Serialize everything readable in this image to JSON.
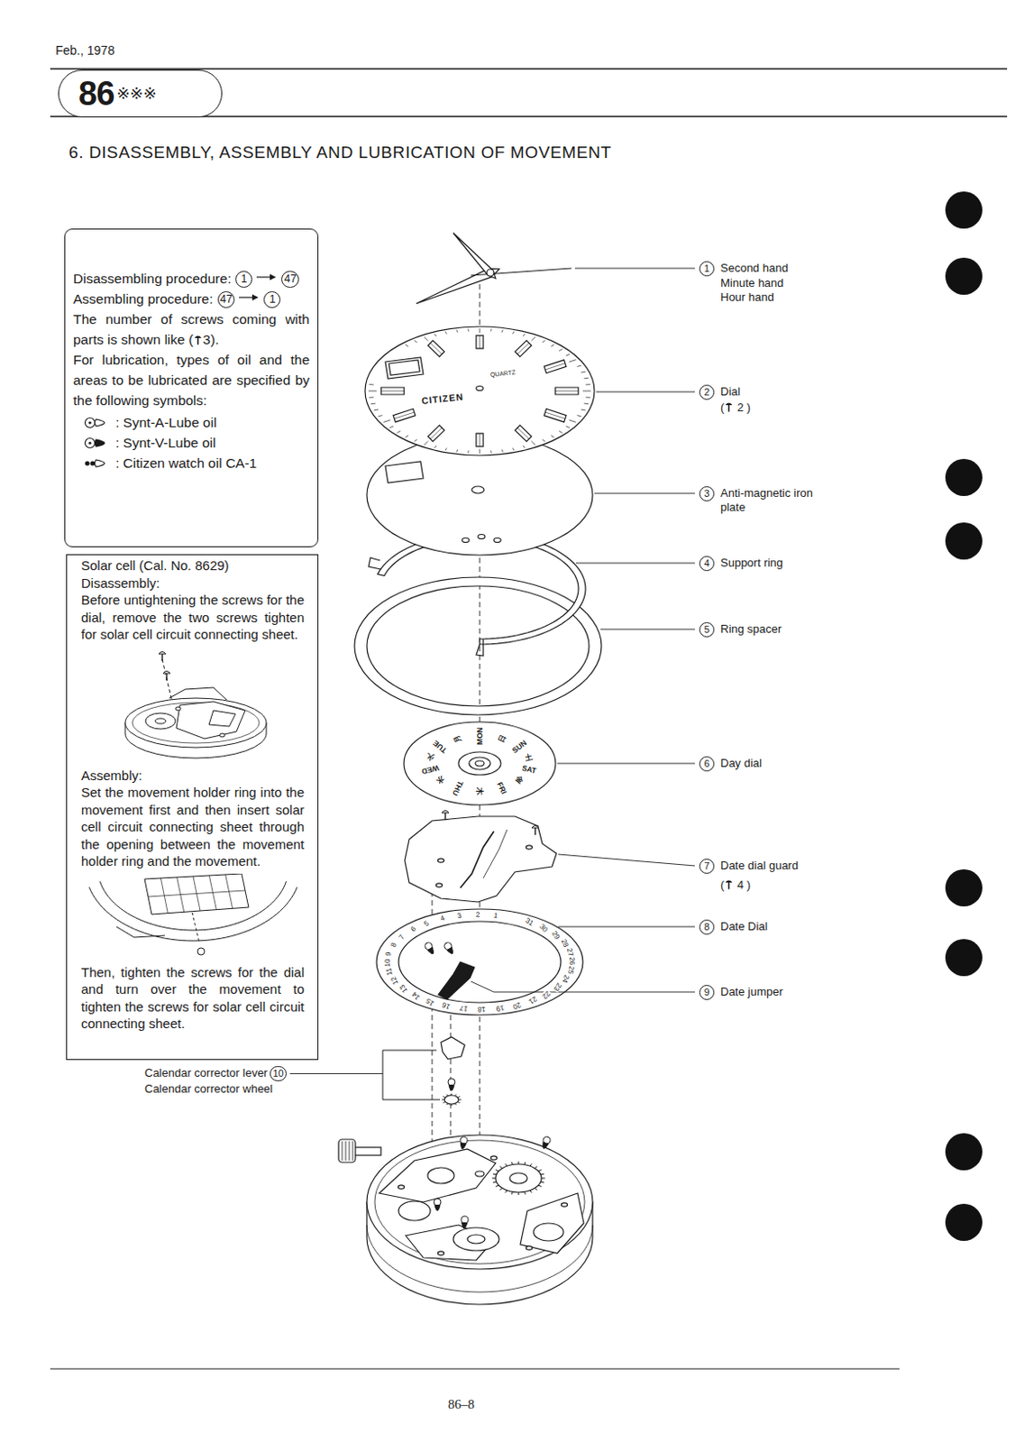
{
  "diagram": {
    "title": "6. DISASSEMBLY, ASSEMBLY AND LUBRICATION OF MOVEMENT",
    "nodes": [
      {
        "text": [
          "86",
          "※※※"
        ]
      },
      {
        "text": [
          "Disassembling procedure:",
          "1",
          "47",
          "Assembling procedure:",
          "47",
          "1",
          "The number of screws coming with parts is shown like (3).",
          "For lubrication, types of oil and the areas to be lubricated are specified by the following symbols:"
        ]
      },
      {
        "text": [
          "Solar cell (Cal. No. 8629)",
          "Disassembly:",
          "Before untightening the screws for the dial, remove the two screws tighten for solar cell circuit connecting sheet.",
          "Assembly:",
          "Set the movement holder ring into the movement first and then insert solar cell circuit connecting sheet through the opening between the movement holder ring and the movement.",
          "Then, tighten the screws for the dial and turn over the movement to tighten the screws for solar cell circuit connecting sheet."
        ]
      }
    ],
    "labels": [
      "Feb., 1978",
      "1",
      "Second hand",
      "Minute hand",
      "Hour hand",
      "2",
      "Dial",
      "( 2 )",
      "3",
      "Anti-magnetic iron plate",
      "4",
      "Support ring",
      "5",
      "Ring spacer",
      "6",
      "Day dial",
      "7",
      "Date dial guard",
      "( 4 )",
      "8",
      "Date Dial",
      "9",
      "Date jumper",
      "Calendar corrector lever",
      "10",
      "Calendar corrector wheel",
      "86–8",
      "CITIZEN",
      "QUARTZ",
      "MON",
      "日",
      "SUN",
      "土",
      "SAT",
      "金",
      "FRI",
      "木",
      "THU",
      "水",
      "WED",
      "火",
      "TUE",
      "月",
      "1",
      "2",
      "3",
      "4",
      "5",
      "6",
      "7",
      "8",
      "9",
      "10",
      "11",
      "12",
      "13",
      "14",
      "15",
      "16",
      "17",
      "18",
      "19",
      "20",
      "21",
      "22",
      "23",
      "24",
      "25",
      "26",
      "27",
      "28",
      "29",
      "30",
      "31"
    ],
    "legend": [
      {
        "text": ": Synt-A-Lube oil"
      },
      {
        "text": ": Synt-V-Lube oil"
      },
      {
        "text": ": Citizen watch oil CA-1"
      }
    ]
  }
}
